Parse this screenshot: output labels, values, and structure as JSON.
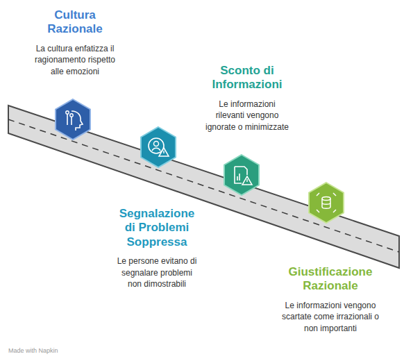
{
  "diagram": {
    "nodes": [
      {
        "text": [
          "Cultura Razionale",
          "La cultura enfatizza il ragionamento rispetto alle emozioni"
        ]
      },
      {
        "text": [
          "Segnalazione di Problemi Soppressa",
          "Le persone evitano di segnalare problemi non dimostrabili"
        ]
      },
      {
        "text": [
          "Sconto di Informazioni",
          "Le informazioni rilevanti vengono ignorate o minimizzate"
        ]
      },
      {
        "text": [
          "Giustificazione Razionale",
          "Le informazioni vengono scartate come irrazionali o non importanti"
        ]
      }
    ],
    "labels": [
      "Made with Napkin"
    ]
  }
}
